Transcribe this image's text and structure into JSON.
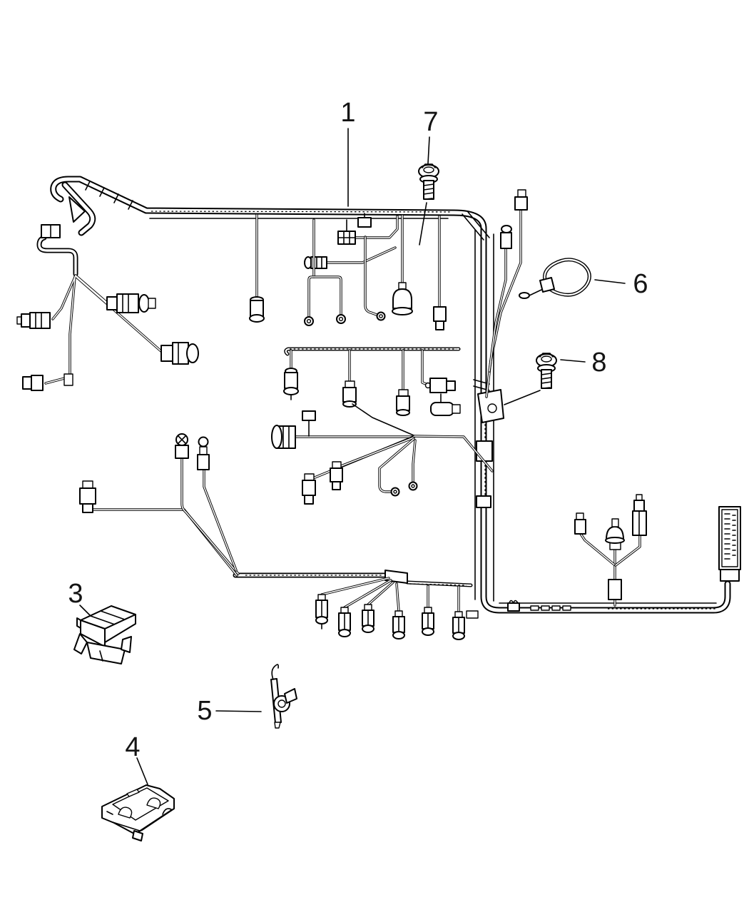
{
  "figure": {
    "kind": "engine-wiring-harness-parts-diagram",
    "background_color": "#ffffff",
    "line_color": "#000000"
  },
  "callouts": {
    "c1": {
      "label": "1"
    },
    "c3": {
      "label": "3"
    },
    "c4": {
      "label": "4"
    },
    "c5": {
      "label": "5"
    },
    "c6": {
      "label": "6"
    },
    "c7": {
      "label": "7"
    },
    "c8": {
      "label": "8"
    }
  }
}
